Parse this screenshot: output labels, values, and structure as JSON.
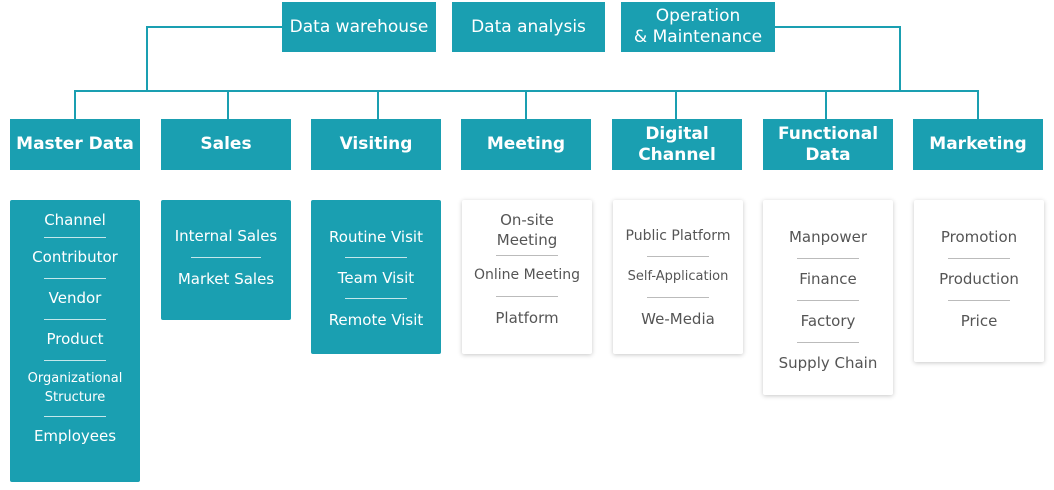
{
  "top_nodes": [
    {
      "label": "Data warehouse"
    },
    {
      "label": "Data analysis"
    },
    {
      "label": "Operation\n& Maintenance"
    }
  ],
  "categories": [
    {
      "label": "Master Data",
      "items": [
        "Channel",
        "Contributor",
        "Vendor",
        "Product",
        "Organizational\nStructure",
        "Employees"
      ]
    },
    {
      "label": "Sales",
      "items": [
        "Internal Sales",
        "Market Sales"
      ]
    },
    {
      "label": "Visiting",
      "items": [
        "Routine Visit",
        "Team Visit",
        "Remote Visit"
      ]
    },
    {
      "label": "Meeting",
      "items": [
        "On-site\nMeeting",
        "Online Meeting",
        "Platform"
      ]
    },
    {
      "label": "Digital\nChannel",
      "items": [
        "Public Platform",
        "Self-Application",
        "We-Media"
      ]
    },
    {
      "label": "Functional\nData",
      "items": [
        "Manpower",
        "Finance",
        "Factory",
        "Supply Chain"
      ]
    },
    {
      "label": "Marketing",
      "items": [
        "Promotion",
        "Production",
        "Price"
      ]
    }
  ],
  "colors": {
    "accent": "#1a9fb1",
    "light_text": "#555555",
    "light_bg": "#ffffff"
  }
}
